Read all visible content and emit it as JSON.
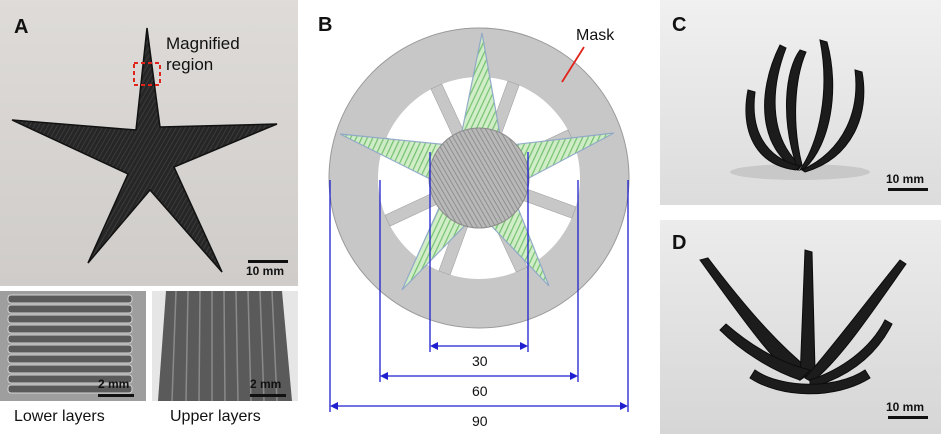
{
  "panels": {
    "A": {
      "label": "A",
      "annotation_line1": "Magnified",
      "annotation_line2": "region",
      "scale_bar": "10 mm"
    },
    "A_lower": {
      "scale_bar": "2 mm",
      "caption": "Lower layers"
    },
    "A_upper": {
      "scale_bar": "2 mm",
      "caption": "Upper layers"
    },
    "B": {
      "label": "B",
      "mask_label": "Mask",
      "dimensions": [
        "30",
        "60",
        "90"
      ]
    },
    "C": {
      "label": "C",
      "scale_bar": "10 mm"
    },
    "D": {
      "label": "D",
      "scale_bar": "10 mm"
    }
  },
  "colors": {
    "mask_gray": "#c7c7c7",
    "star_green": "#bfe5b5",
    "dimension_blue": "#1f1fd0",
    "highlight_red": "#e0231b",
    "sample_black": "#1c1c1c"
  }
}
